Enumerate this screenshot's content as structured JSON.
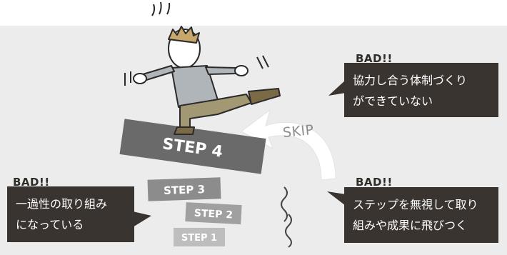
{
  "steps": [
    {
      "label": "STEP 4"
    },
    {
      "label": "STEP 3"
    },
    {
      "label": "STEP 2"
    },
    {
      "label": "STEP 1"
    }
  ],
  "skip_label": "SKIP",
  "callouts": [
    {
      "heading": "BAD!!",
      "text": "協力し合う体制づくり\nができていない"
    },
    {
      "heading": "BAD!!",
      "text": "一過性の取り組み\nになっている"
    },
    {
      "heading": "BAD!!",
      "text": "ステップを無視して取り\n組みや成果に飛びつく"
    }
  ],
  "colors": {
    "background_band": "#ececec",
    "bubble": "#3a3430",
    "step4": "#6a6a6a",
    "step3": "#8c8c8c",
    "step2": "#a0a0a0",
    "step1": "#bdbdbd",
    "skip_arrow": "#ffffff"
  }
}
